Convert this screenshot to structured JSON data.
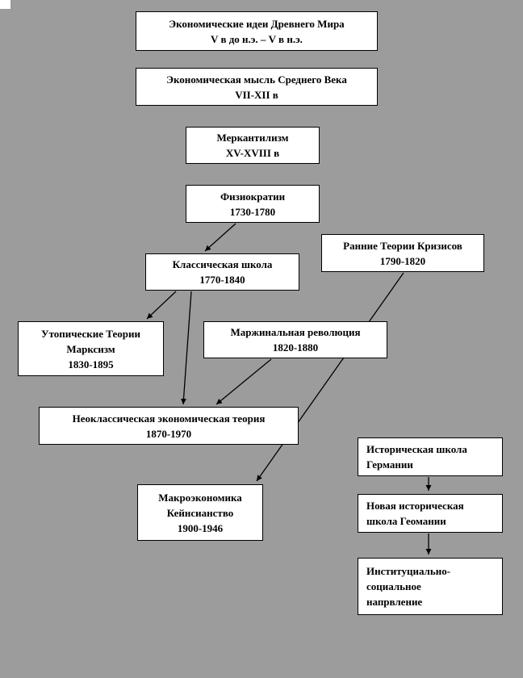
{
  "page": {
    "background_color": "#9c9c9c"
  },
  "colors": {
    "box_background": "#ffffff",
    "box_border": "#000000",
    "connector": "#000000"
  },
  "diagram": {
    "type": "flowchart",
    "nodes": {
      "ancient_world": {
        "lines": [
          "Экономические идеи Древнего Мира",
          "V в до н.э. – V в н.э."
        ]
      },
      "middle_ages": {
        "lines": [
          "Экономическая мысль Среднего Века",
          "VII-XII в"
        ]
      },
      "mercantilism": {
        "lines": [
          "Меркантилизм",
          "XV-XVIII в"
        ]
      },
      "physiocrats": {
        "lines": [
          "Физиократии",
          "1730-1780"
        ]
      },
      "early_crisis_theories": {
        "lines": [
          "Ранние Теории Кризисов",
          "1790-1820"
        ]
      },
      "classical_school": {
        "lines": [
          "Классическая школа",
          "1770-1840"
        ]
      },
      "utopian_theories": {
        "lines": [
          "Утопические Теории",
          "Марксизм",
          "1830-1895"
        ]
      },
      "marginal_revolution": {
        "lines": [
          "Маржинальная революция",
          "1820-1880"
        ]
      },
      "neoclassical": {
        "lines": [
          "Неоклассическая экономическая теория",
          "1870-1970"
        ]
      },
      "historical_school": {
        "lines": [
          "Историческая школа",
          "Германии"
        ]
      },
      "macroeconomics": {
        "lines": [
          "Макроэкономика",
          "Кейнсианство",
          "1900-1946"
        ]
      },
      "new_historical_school": {
        "lines": [
          "Новая историческая",
          "школа Геомании"
        ]
      },
      "institutional": {
        "lines": [
          "Институциально-",
          "социальное",
          "напрвление"
        ]
      }
    },
    "edges": [
      {
        "from": "physiocrats",
        "to": "classical_school"
      },
      {
        "from": "classical_school",
        "to": "utopian_theories"
      },
      {
        "from": "classical_school",
        "to": "neoclassical"
      },
      {
        "from": "marginal_revolution",
        "to": "neoclassical"
      },
      {
        "from": "early_crisis_theories",
        "to": "macroeconomics"
      },
      {
        "from": "historical_school",
        "to": "new_historical_school"
      },
      {
        "from": "new_historical_school",
        "to": "institutional"
      }
    ]
  }
}
